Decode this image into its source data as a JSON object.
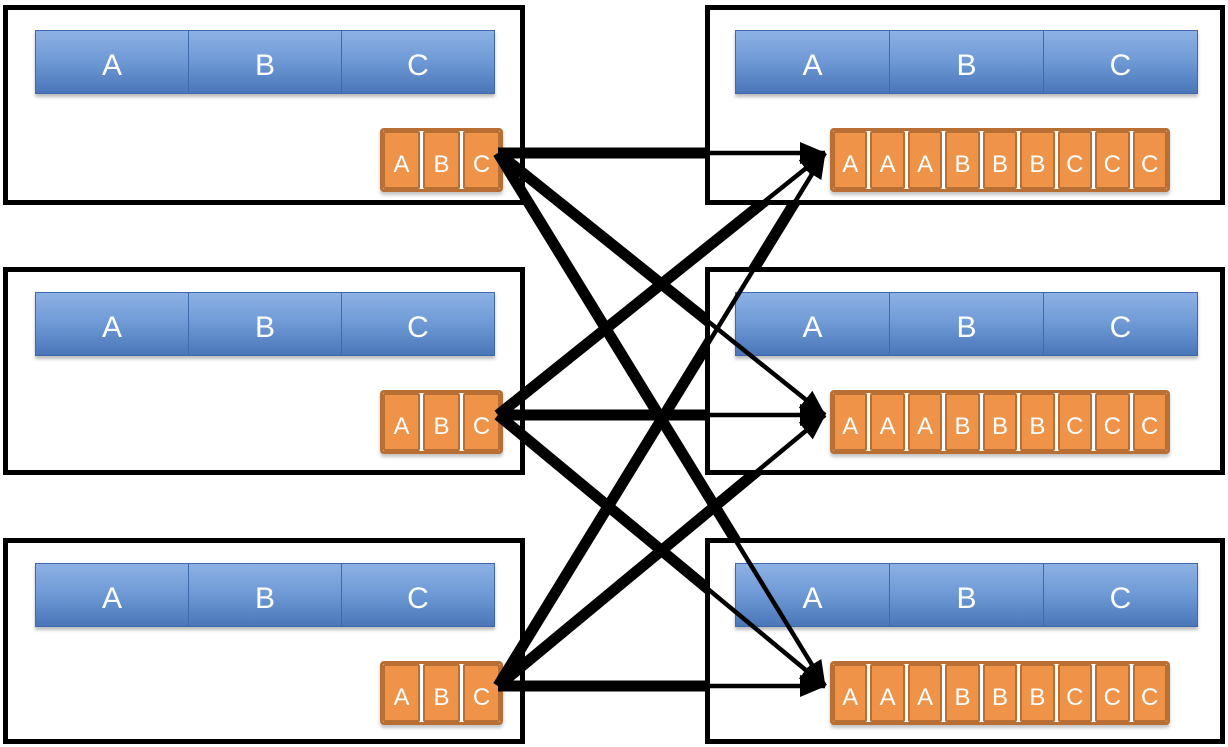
{
  "diagram": {
    "left_nodes": [
      {
        "id": "left-1",
        "partitions": [
          "A",
          "B",
          "C"
        ],
        "buffer_cells": [
          "A",
          "B",
          "C"
        ]
      },
      {
        "id": "left-2",
        "partitions": [
          "A",
          "B",
          "C"
        ],
        "buffer_cells": [
          "A",
          "B",
          "C"
        ]
      },
      {
        "id": "left-3",
        "partitions": [
          "A",
          "B",
          "C"
        ],
        "buffer_cells": [
          "A",
          "B",
          "C"
        ]
      }
    ],
    "right_nodes": [
      {
        "id": "right-1",
        "partitions": [
          "A",
          "B",
          "C"
        ],
        "buffer_cells": [
          "A",
          "A",
          "A",
          "B",
          "B",
          "B",
          "C",
          "C",
          "C"
        ]
      },
      {
        "id": "right-2",
        "partitions": [
          "A",
          "B",
          "C"
        ],
        "buffer_cells": [
          "A",
          "A",
          "A",
          "B",
          "B",
          "B",
          "C",
          "C",
          "C"
        ]
      },
      {
        "id": "right-3",
        "partitions": [
          "A",
          "B",
          "C"
        ],
        "buffer_cells": [
          "A",
          "A",
          "A",
          "B",
          "B",
          "B",
          "C",
          "C",
          "C"
        ]
      }
    ],
    "edges": [
      {
        "from": "left-1",
        "to": "right-1"
      },
      {
        "from": "left-1",
        "to": "right-2"
      },
      {
        "from": "left-1",
        "to": "right-3"
      },
      {
        "from": "left-2",
        "to": "right-1"
      },
      {
        "from": "left-2",
        "to": "right-2"
      },
      {
        "from": "left-2",
        "to": "right-3"
      },
      {
        "from": "left-3",
        "to": "right-1"
      },
      {
        "from": "left-3",
        "to": "right-2"
      },
      {
        "from": "left-3",
        "to": "right-3"
      }
    ],
    "colors": {
      "box_border": "#000000",
      "partition_fill_top": "#8db1e4",
      "partition_fill_bottom": "#4a76b8",
      "partition_border": "#3e69ac",
      "buffer_fill": "#ef9349",
      "buffer_border": "#b96e33",
      "arrow": "#000000",
      "label_text": "#ffffff"
    }
  }
}
